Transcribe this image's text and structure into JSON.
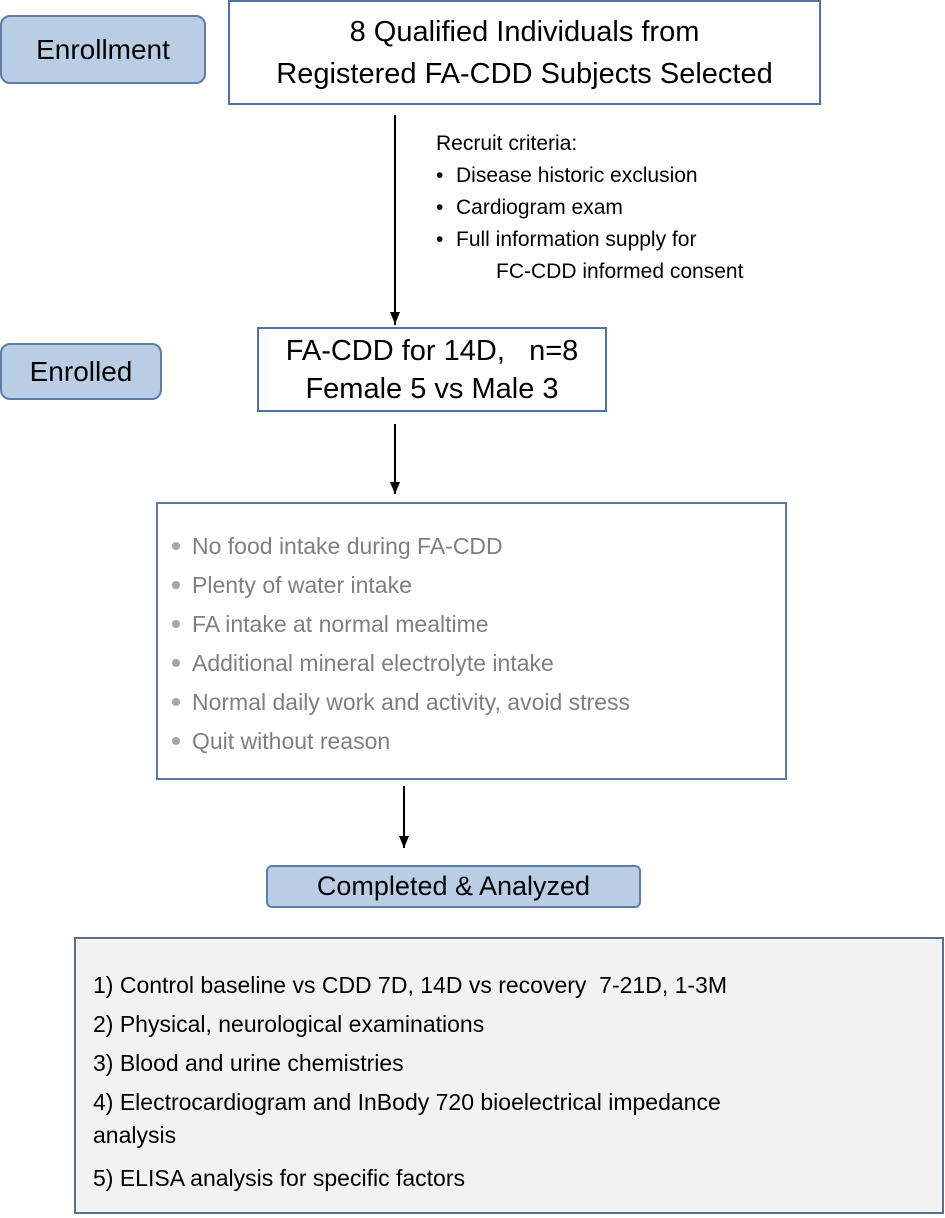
{
  "stages": {
    "enrollment": "Enrollment",
    "enrolled": "Enrolled",
    "completed": "Completed & Analyzed"
  },
  "top_box": {
    "line1": "8 Qualified Individuals from",
    "line2": "Registered FA-CDD Subjects Selected"
  },
  "recruit": {
    "title": "Recruit criteria:",
    "items": [
      "Disease historic exclusion",
      "Cardiogram exam",
      "Full information supply for"
    ],
    "continuation": "FC-CDD  informed consent"
  },
  "enrolled_box": {
    "line1": "FA-CDD for 14D,   n=8",
    "line2": "Female 5 vs Male 3"
  },
  "protocol": {
    "items": [
      "No food intake during FA-CDD",
      "Plenty of water intake",
      "FA intake at normal mealtime",
      "Additional mineral electrolyte intake",
      "Normal daily work and activity, avoid stress",
      "Quit without reason"
    ]
  },
  "analysis": {
    "items": [
      "1) Control baseline vs CDD 7D, 14D vs recovery  7-21D, 1-3M",
      "2) Physical, neurological examinations",
      "3) Blood and urine chemistries",
      "4) Electrocardiogram and InBody 720 bioelectrical impedance",
      "analysis",
      "5) ELISA analysis for specific factors"
    ]
  },
  "colors": {
    "stage_fill": "#b9cde5",
    "stage_border": "#5b7ea8",
    "box_border": "#4f73a6",
    "analysis_fill": "#f2f2f2",
    "protocol_text": "#7f7f7f"
  }
}
